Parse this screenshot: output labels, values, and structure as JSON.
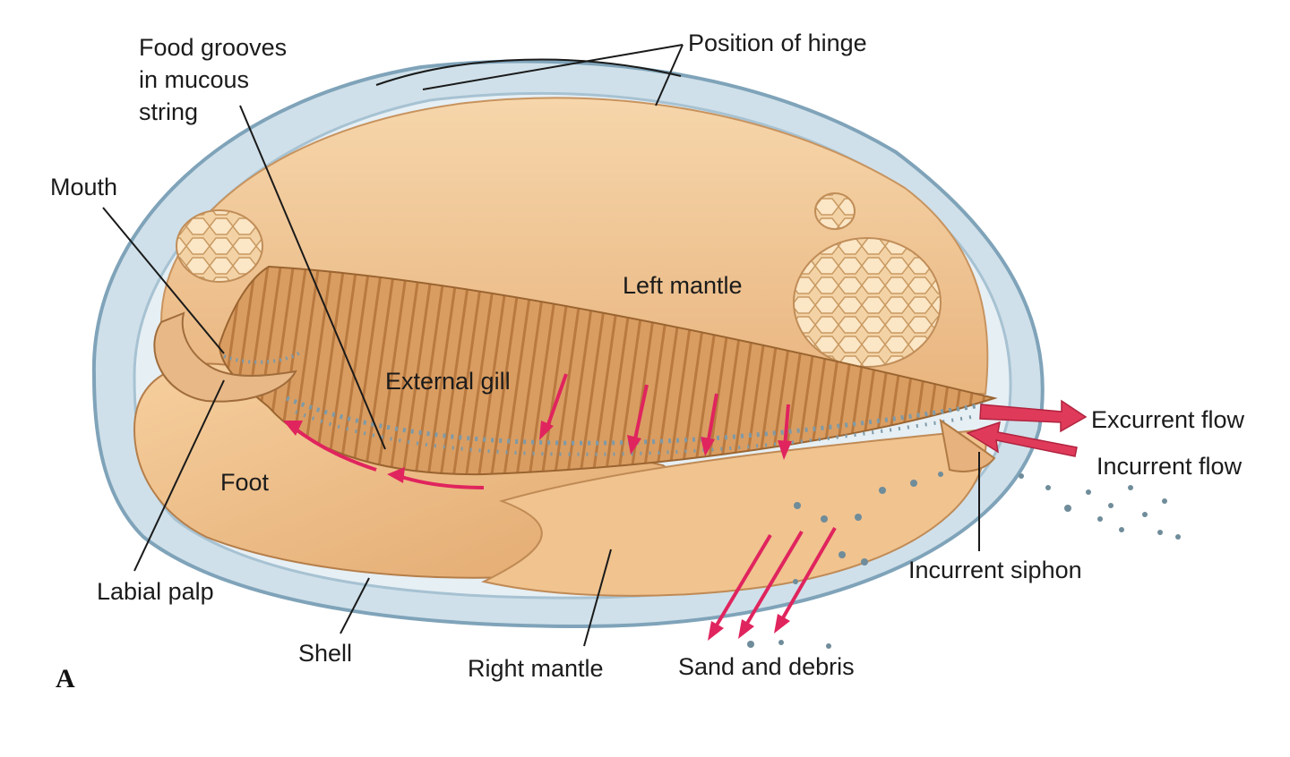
{
  "labels": {
    "food_grooves_1": "Food grooves",
    "food_grooves_2": "in mucous",
    "food_grooves_3": "string",
    "position_of_hinge": "Position of hinge",
    "mouth": "Mouth",
    "left_mantle": "Left mantle",
    "external_gill": "External gill",
    "foot": "Foot",
    "excurrent_flow": "Excurrent flow",
    "incurrent_flow": "Incurrent flow",
    "incurrent_siphon": "Incurrent siphon",
    "labial_palp": "Labial palp",
    "shell": "Shell",
    "right_mantle": "Right mantle",
    "sand_and_debris": "Sand and debris",
    "panel_letter": "A"
  },
  "colors": {
    "shell": "#c9dbe6",
    "shell_edge": "#8fb0c4",
    "mantle": "#f2cc9e",
    "gill": "#d79a5e",
    "foot": "#f0c08c",
    "flow_arrow": "#e0245e",
    "siphon_arrow": "#e03a5a"
  }
}
